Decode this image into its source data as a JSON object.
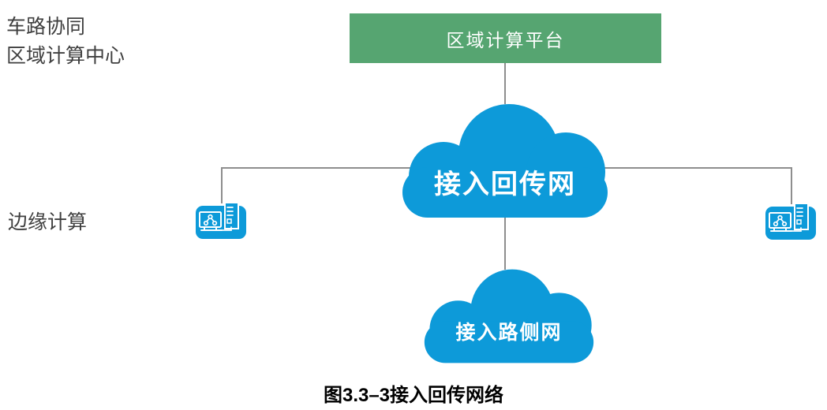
{
  "labels": {
    "top_left_line1": "车路协同",
    "top_left_line2": "区域计算中心",
    "edge_computing": "边缘计算"
  },
  "platform_box": {
    "label": "区域计算平台"
  },
  "clouds": {
    "backhaul": {
      "label": "接入回传网"
    },
    "roadside": {
      "label": "接入路侧网"
    }
  },
  "nodes": {
    "left_icon": "workstation-icon",
    "right_icon": "workstation-icon"
  },
  "caption": "图3.3–3接入回传网络",
  "colors": {
    "cloud_blue": "#0d9ad9",
    "box_green": "#56a571",
    "connector_gray": "#8e8e8e",
    "label_gray": "#3f3f3f",
    "caption_black": "#000000"
  }
}
